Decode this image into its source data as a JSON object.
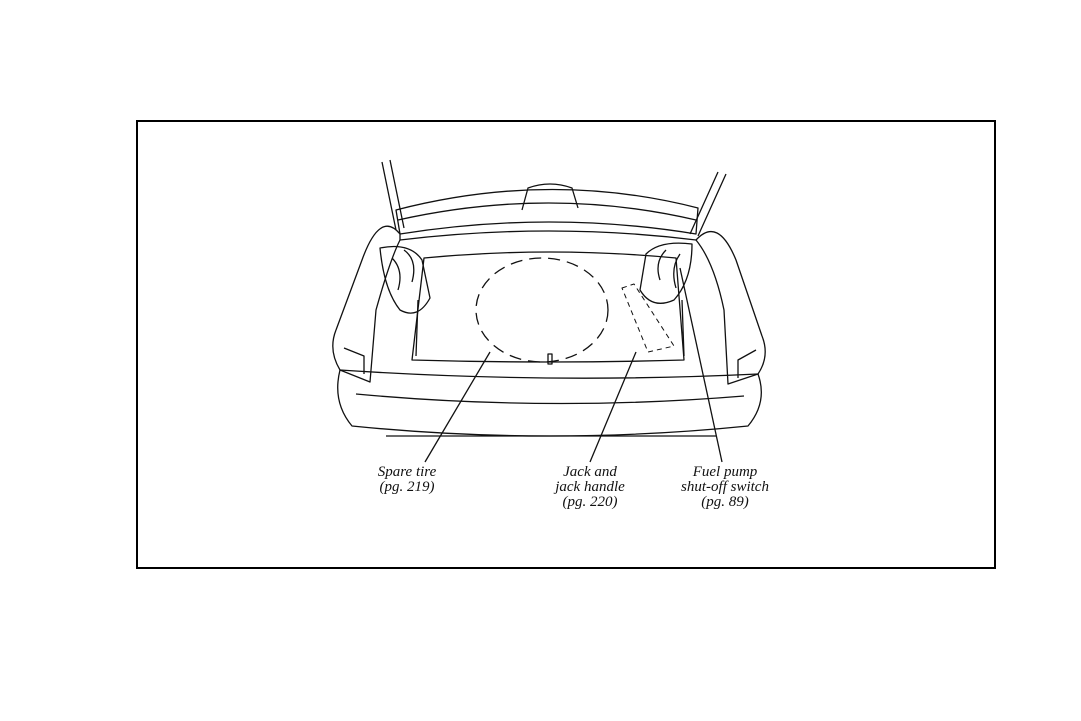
{
  "colors": {
    "line": "#111111",
    "background": "#ffffff"
  },
  "callouts": {
    "spare_tire": {
      "line1": "Spare tire",
      "line2": "(pg. 219)"
    },
    "jack": {
      "line1": "Jack and",
      "line2": "jack handle",
      "line3": "(pg. 220)"
    },
    "fuel_pump": {
      "line1": "Fuel pump",
      "line2": "shut-off switch",
      "line3": "(pg. 89)"
    }
  }
}
